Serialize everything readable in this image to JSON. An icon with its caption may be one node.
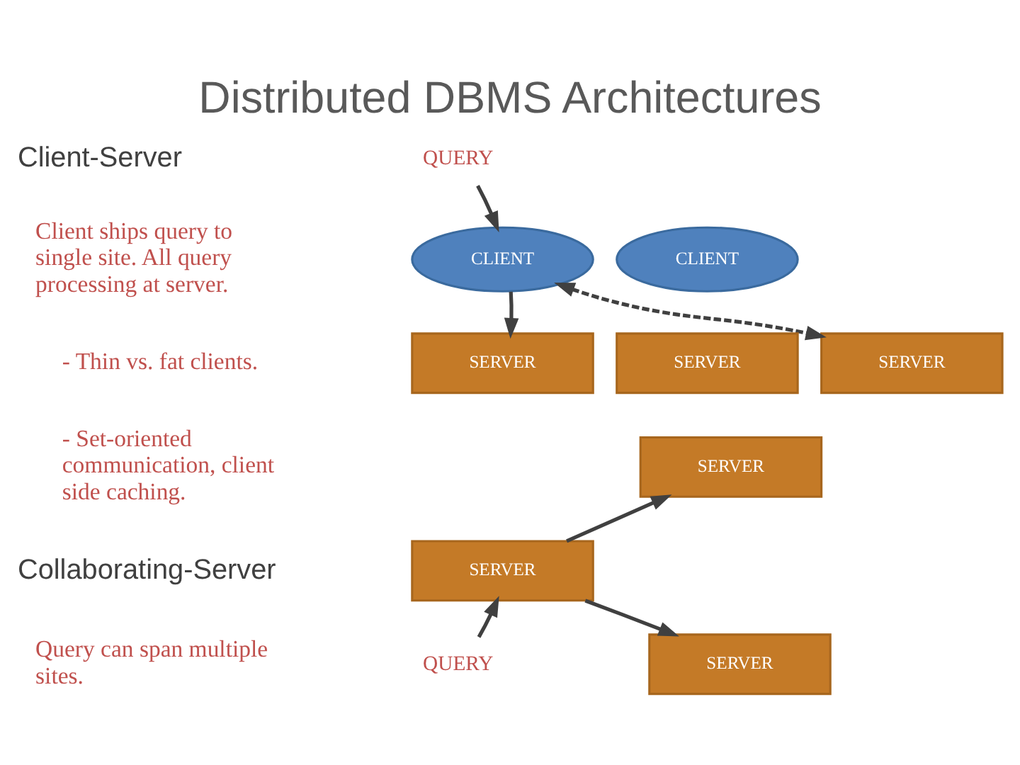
{
  "diagram": {
    "title": "Distributed DBMS Architectures",
    "nodes": [
      {
        "text": [
          "QUERY"
        ]
      },
      {
        "text": [
          "CLIENT"
        ]
      },
      {
        "text": [
          "CLIENT"
        ]
      },
      {
        "text": [
          "SERVER"
        ]
      },
      {
        "text": [
          "SERVER"
        ]
      },
      {
        "text": [
          "SERVER"
        ]
      },
      {
        "text": [
          "SERVER"
        ]
      },
      {
        "text": [
          "SERVER"
        ]
      },
      {
        "text": [
          "SERVER"
        ]
      },
      {
        "text": [
          "QUERY"
        ]
      }
    ],
    "edges": [
      {
        "from": 0,
        "to": 1,
        "arrow": "to"
      },
      {
        "from": 1,
        "to": 3,
        "arrow": "to"
      },
      {
        "from": 1,
        "to": 5,
        "arrow": "both",
        "style": "dashed"
      },
      {
        "from": 6,
        "to": 7,
        "arrow": "to"
      },
      {
        "from": 6,
        "to": 8,
        "arrow": "to"
      },
      {
        "from": 9,
        "to": 6,
        "arrow": "to"
      }
    ],
    "labels": [
      "Client-Server",
      "Client ships query to single site. All query processing at server.",
      "- Thin vs. fat clients.",
      "- Set-oriented communication, client side caching.",
      "Collaborating-Server",
      "Query can span multiple sites."
    ]
  }
}
